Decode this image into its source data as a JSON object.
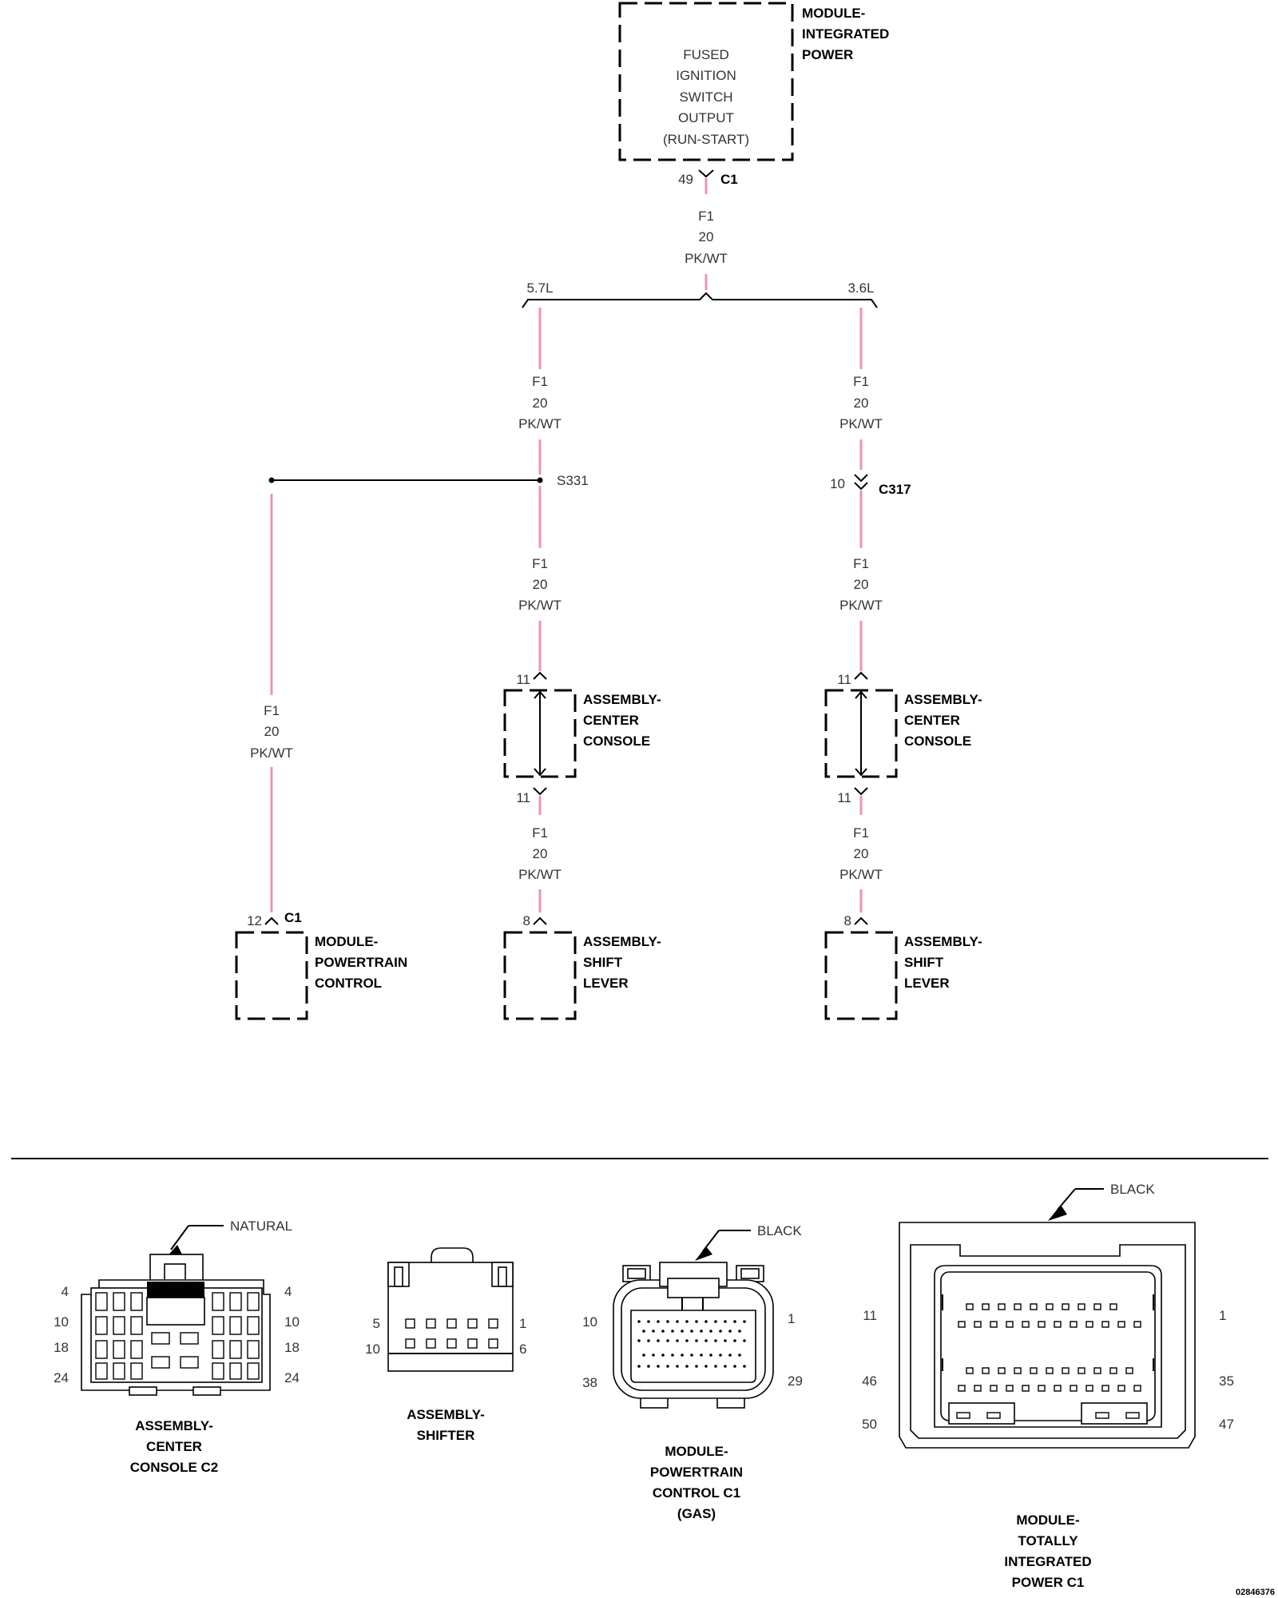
{
  "modules": {
    "integrated_power": {
      "label": [
        "MODULE-",
        "INTEGRATED",
        "POWER"
      ],
      "inner": [
        "FUSED",
        "IGNITION",
        "SWITCH",
        "OUTPUT",
        "(RUN-START)"
      ],
      "pin": "49",
      "connector": "C1"
    },
    "powertrain_control": {
      "label": [
        "MODULE-",
        "POWERTRAIN",
        "CONTROL"
      ],
      "pin": "12",
      "connector": "C1"
    },
    "center_console_a": {
      "label": [
        "ASSEMBLY-",
        "CENTER",
        "CONSOLE"
      ],
      "pin_in": "11",
      "pin_out": "11"
    },
    "center_console_b": {
      "label": [
        "ASSEMBLY-",
        "CENTER",
        "CONSOLE"
      ],
      "pin_in": "11",
      "pin_out": "11"
    },
    "shift_lever_a": {
      "label": [
        "ASSEMBLY-",
        "SHIFT",
        "LEVER"
      ],
      "pin": "8"
    },
    "shift_lever_b": {
      "label": [
        "ASSEMBLY-",
        "SHIFT",
        "LEVER"
      ],
      "pin": "8"
    }
  },
  "wire": {
    "circuit": "F1",
    "gauge": "20",
    "color": "PK/WT"
  },
  "wire_colors": {
    "wire": "#ee93ab",
    "line": "#000000"
  },
  "branches": {
    "left": "5.7L",
    "right": "3.6L"
  },
  "splice": "S331",
  "inline_connector": {
    "pin": "10",
    "name": "C317"
  },
  "connector_views": {
    "center_console_c2": {
      "label": [
        "ASSEMBLY-",
        "CENTER",
        "CONSOLE C2"
      ],
      "color": "NATURAL",
      "pins_left": [
        "4",
        "10",
        "18",
        "24"
      ],
      "pins_right": [
        "4",
        "10",
        "18",
        "24"
      ]
    },
    "shifter": {
      "label": [
        "ASSEMBLY-",
        "SHIFTER"
      ],
      "pins_left": [
        "5",
        "10"
      ],
      "pins_right": [
        "1",
        "6"
      ]
    },
    "powertrain_c1": {
      "label": [
        "MODULE-",
        "POWERTRAIN",
        "CONTROL C1",
        "(GAS)"
      ],
      "color": "BLACK",
      "pins_left": [
        "10",
        "38"
      ],
      "pins_right": [
        "1",
        "29"
      ]
    },
    "tipm_c1": {
      "label": [
        "MODULE-",
        "TOTALLY",
        "INTEGRATED",
        "POWER C1"
      ],
      "color": "BLACK",
      "pins_left": [
        "11",
        "46",
        "50"
      ],
      "pins_right": [
        "1",
        "35",
        "47"
      ]
    }
  },
  "figure_id": "02846376"
}
